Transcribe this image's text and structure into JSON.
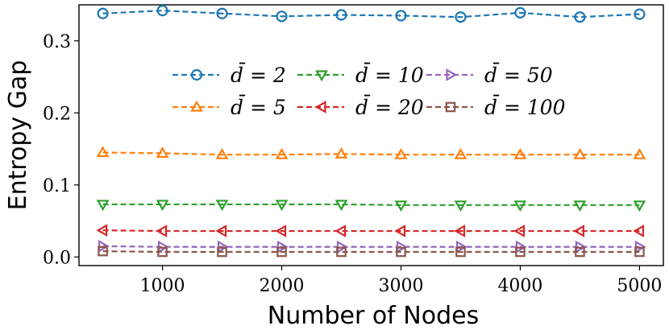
{
  "chart_data": {
    "type": "line",
    "xlabel": "Number of Nodes",
    "ylabel": "Entropy Gap",
    "x": [
      500,
      1000,
      1500,
      2000,
      2500,
      3000,
      3500,
      4000,
      4500,
      5000
    ],
    "xlim": [
      300,
      5200
    ],
    "ylim": [
      -0.012,
      0.35
    ],
    "xticks": [
      1000,
      2000,
      3000,
      4000,
      5000
    ],
    "yticks": [
      0.0,
      0.1,
      0.2,
      0.3
    ],
    "xtick_labels": [
      "1000",
      "2000",
      "3000",
      "4000",
      "5000"
    ],
    "ytick_labels": [
      "0.0",
      "0.1",
      "0.2",
      "0.3"
    ],
    "grid": false,
    "legend_position": "upper center",
    "series": [
      {
        "name": "d̄ = 2",
        "color": "#1f77b4",
        "marker": "circle",
        "values": [
          0.338,
          0.342,
          0.338,
          0.334,
          0.336,
          0.335,
          0.333,
          0.339,
          0.333,
          0.337
        ]
      },
      {
        "name": "d̄ = 5",
        "color": "#ff7f0e",
        "marker": "triangle-up",
        "values": [
          0.145,
          0.144,
          0.142,
          0.142,
          0.143,
          0.142,
          0.142,
          0.142,
          0.142,
          0.142
        ]
      },
      {
        "name": "d̄ = 10",
        "color": "#2ca02c",
        "marker": "triangle-down",
        "values": [
          0.073,
          0.073,
          0.073,
          0.073,
          0.073,
          0.072,
          0.072,
          0.072,
          0.072,
          0.072
        ]
      },
      {
        "name": "d̄ = 20",
        "color": "#d62728",
        "marker": "triangle-left",
        "values": [
          0.037,
          0.036,
          0.036,
          0.036,
          0.036,
          0.036,
          0.036,
          0.036,
          0.036,
          0.036
        ]
      },
      {
        "name": "d̄ = 50",
        "color": "#9467bd",
        "marker": "triangle-right",
        "values": [
          0.015,
          0.014,
          0.014,
          0.014,
          0.014,
          0.014,
          0.014,
          0.014,
          0.014,
          0.014
        ]
      },
      {
        "name": "d̄ = 100",
        "color": "#8c564b",
        "marker": "square",
        "values": [
          0.008,
          0.007,
          0.007,
          0.007,
          0.007,
          0.007,
          0.007,
          0.007,
          0.007,
          0.007
        ]
      }
    ]
  }
}
